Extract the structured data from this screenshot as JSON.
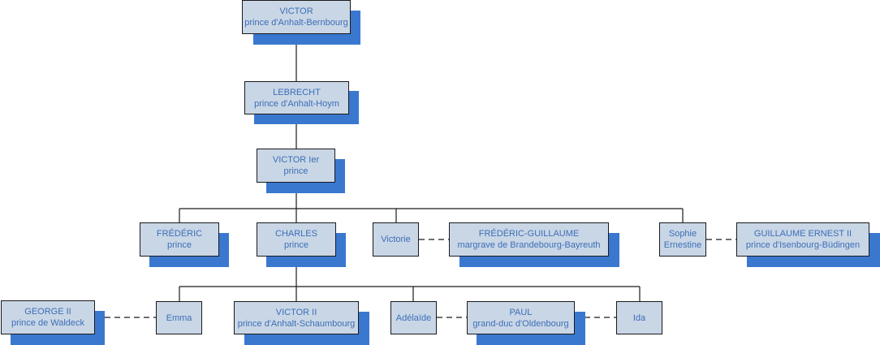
{
  "title": "Family tree",
  "colors": {
    "box_fill": "#c9d6e6",
    "box_text": "#3b6fb6",
    "shadow": "#3a78d0",
    "line": "#1a1a1a"
  },
  "nodes": {
    "victor": {
      "name": "VICTOR",
      "title": "prince d'Anhalt-Bernbourg"
    },
    "lebrecht": {
      "name": "LEBRECHT",
      "title": "prince d'Anhalt-Hoym"
    },
    "victor1": {
      "name": "VICTOR Ier",
      "title": "prince"
    },
    "frederic": {
      "name": "FRÉDÉRIC",
      "title": "prince"
    },
    "charles": {
      "name": "CHARLES",
      "title": "prince"
    },
    "victorie": {
      "name": "Victorie"
    },
    "frederic_guillaume": {
      "name": "FRÉDÉRIC-GUILLAUME",
      "title": "margrave de Brandebourg-Bayreuth"
    },
    "sophie": {
      "name": "Sophie",
      "title": "Ernestine"
    },
    "guillaume_ernest": {
      "name": "GUILLAUME ERNEST II",
      "title": "prince d'Isenbourg-Büdingen"
    },
    "george2": {
      "name": "GEORGE II",
      "title": "prince de Waldeck"
    },
    "emma": {
      "name": "Emma"
    },
    "victor2": {
      "name": "VICTOR II",
      "title": "prince d'Anhalt-Schaumbourg"
    },
    "adelaide": {
      "name": "Adélaïde"
    },
    "paul": {
      "name": "PAUL",
      "title": "grand-duc d'Oldenbourg"
    },
    "ida": {
      "name": "Ida"
    }
  }
}
